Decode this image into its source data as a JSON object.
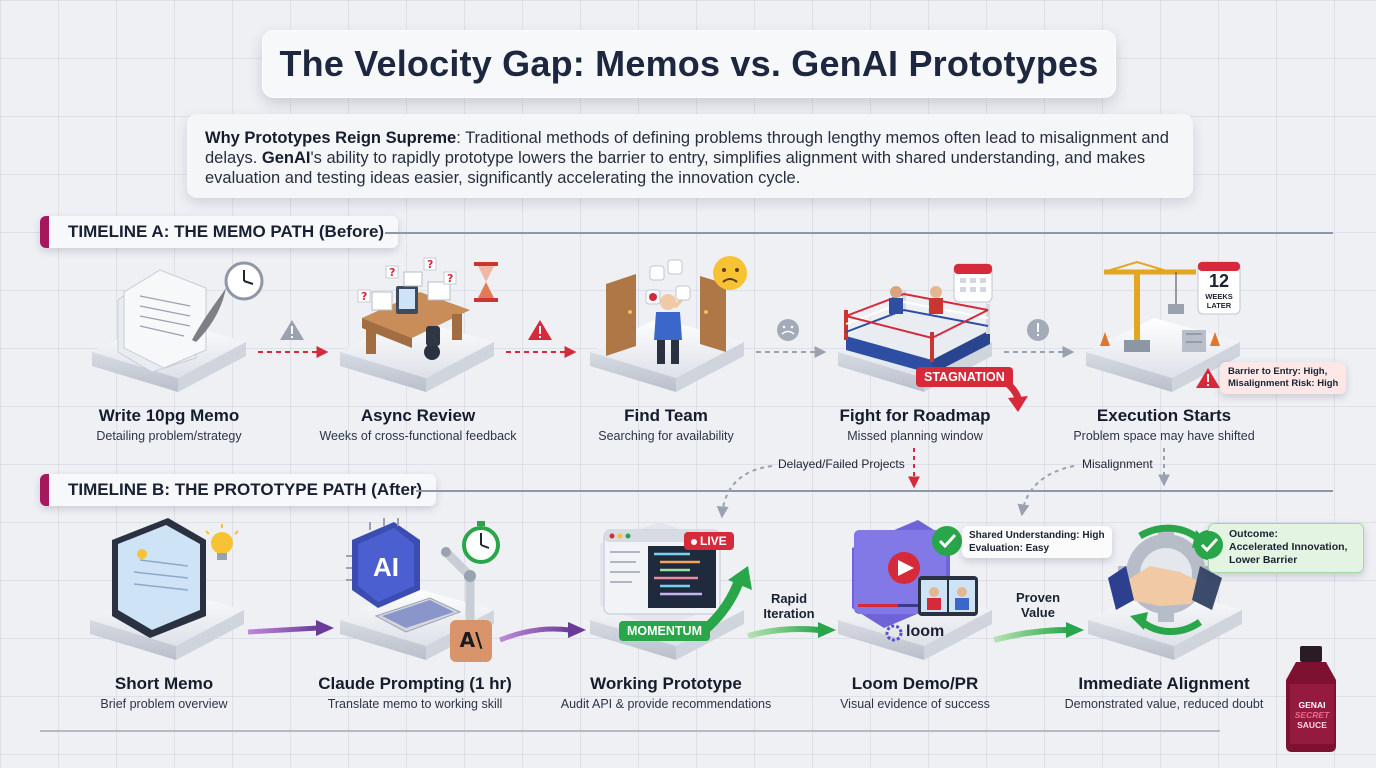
{
  "title": "The Velocity Gap: Memos vs. GenAI Prototypes",
  "intro": {
    "lead": "Why Prototypes Reign Supreme",
    "p1": ": Traditional methods of defining problems through lengthy memos often lead to misalignment and delays. ",
    "genai": "GenAI",
    "p2": "'s ability to rapidly prototype lowers the barrier to entry, simplifies alignment with shared understanding, and makes evaluation and testing ideas easier, significantly accelerating the innovation cycle."
  },
  "timeline_a": {
    "label": "TIMELINE A: THE MEMO PATH (Before)",
    "steps": [
      {
        "title": "Write 10pg Memo",
        "sub": "Detailing problem/strategy"
      },
      {
        "title": "Async Review",
        "sub": "Weeks of cross-functional feedback"
      },
      {
        "title": "Find Team",
        "sub": "Searching for availability"
      },
      {
        "title": "Fight for Roadmap",
        "sub": "Missed planning window"
      },
      {
        "title": "Execution Starts",
        "sub": "Problem space may have shifted"
      }
    ],
    "stagnation": "STAGNATION",
    "calendar_number": "12",
    "calendar_text": "WEEKS LATER",
    "risk_callout_line1": "Barrier to Entry: High,",
    "risk_callout_line2": "Misalignment Risk: High"
  },
  "cross_labels": {
    "delayed": "Delayed/Failed Projects",
    "misalignment": "Misalignment"
  },
  "timeline_b": {
    "label": "TIMELINE B: THE PROTOTYPE PATH (After)",
    "steps": [
      {
        "title": "Short Memo",
        "sub": "Brief problem overview"
      },
      {
        "title": "Claude Prompting (1 hr)",
        "sub": "Translate memo to working skill"
      },
      {
        "title": "Working Prototype",
        "sub": "Audit API & provide recommendations"
      },
      {
        "title": "Loom Demo/PR",
        "sub": "Visual evidence of success"
      },
      {
        "title": "Immediate Alignment",
        "sub": "Demonstrated value, reduced doubt"
      }
    ],
    "live_badge": "LIVE",
    "momentum": "MOMENTUM",
    "ai_chip": "AI",
    "claude_logo": "A\\",
    "loom_logo": "loom",
    "arrow_rapid_1": "Rapid",
    "arrow_rapid_2": "Iteration",
    "arrow_proven_1": "Proven",
    "arrow_proven_2": "Value",
    "callout_shared_1": "Shared Understanding: High",
    "callout_shared_2": "Evaluation: Easy",
    "callout_outcome_1": "Outcome:",
    "callout_outcome_2": "Accelerated Innovation,",
    "callout_outcome_3": "Lower Barrier"
  },
  "bottle": {
    "line1": "GENAI",
    "line2": "SECRET",
    "line3": "SAUCE"
  },
  "colors": {
    "accent": "#a5185e",
    "red": "#d6293a",
    "green": "#2aa64a",
    "purple": "#6b3b9a"
  }
}
